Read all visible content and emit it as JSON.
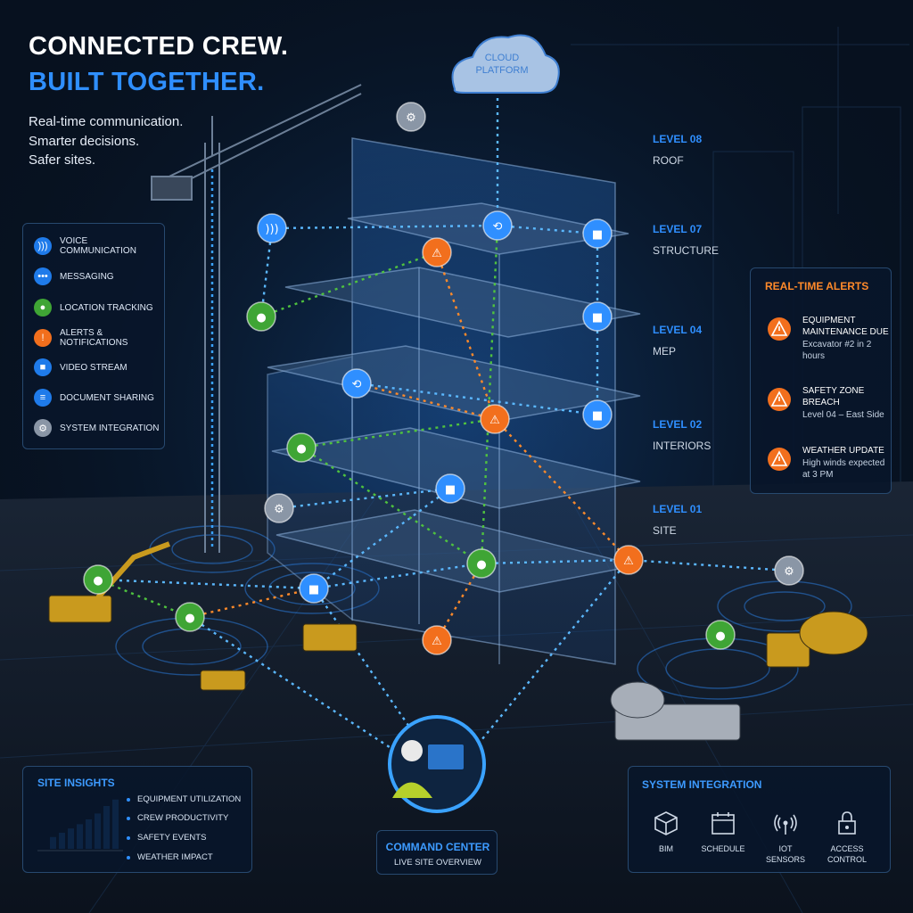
{
  "hero": {
    "line1": "CONNECTED CREW.",
    "line2": "BUILT TOGETHER.",
    "taglines": [
      "Real-time communication.",
      "Smarter decisions.",
      "Safer sites."
    ]
  },
  "cloud": {
    "label": "CLOUD PLATFORM"
  },
  "legend": [
    {
      "label": "Voice Communication",
      "icon": "voice-wave-icon",
      "color": "#1f7bea"
    },
    {
      "label": "Messaging",
      "icon": "message-icon",
      "color": "#1f7bea"
    },
    {
      "label": "Location Tracking",
      "icon": "location-pin-icon",
      "color": "#3fa535"
    },
    {
      "label": "Alerts & Notifications",
      "icon": "warning-icon",
      "color": "#f26f1d"
    },
    {
      "label": "Video Stream",
      "icon": "video-camera-icon",
      "color": "#1f7bea"
    },
    {
      "label": "Document Sharing",
      "icon": "document-icon",
      "color": "#1f7bea"
    },
    {
      "label": "System Integration",
      "icon": "gear-icon",
      "color": "#8a96a6"
    }
  ],
  "levels": [
    {
      "number": "LEVEL 08",
      "name": "ROOF"
    },
    {
      "number": "LEVEL 07",
      "name": "STRUCTURE"
    },
    {
      "number": "LEVEL 04",
      "name": "MEP"
    },
    {
      "number": "LEVEL 02",
      "name": "INTERIORS"
    },
    {
      "number": "LEVEL 01",
      "name": "SITE"
    }
  ],
  "alerts": {
    "title": "REAL-TIME ALERTS",
    "items": [
      {
        "title": "Equipment Maintenance Due",
        "detail": "Excavator #2 in 2 hours"
      },
      {
        "title": "Safety Zone Breach",
        "detail": "Level 04 – East Side"
      },
      {
        "title": "Weather Update",
        "detail": "High winds expected at 3 PM"
      }
    ]
  },
  "insights": {
    "title": "SITE INSIGHTS",
    "items": [
      "Equipment Utilization",
      "Crew Productivity",
      "Safety Events",
      "Weather Impact"
    ],
    "bars": [
      0.22,
      0.3,
      0.38,
      0.46,
      0.55,
      0.66,
      0.8,
      0.92
    ]
  },
  "command": {
    "title": "COMMAND CENTER",
    "subtitle": "LIVE SITE OVERVIEW"
  },
  "integration": {
    "title": "SYSTEM INTEGRATION",
    "items": [
      {
        "label": "BIM",
        "icon": "cube-icon"
      },
      {
        "label": "SCHEDULE",
        "icon": "calendar-icon"
      },
      {
        "label": "IOT SENSORS",
        "icon": "sensor-icon"
      },
      {
        "label": "ACCESS CONTROL",
        "icon": "lock-icon"
      }
    ]
  },
  "colors": {
    "accent": "#2f8fff",
    "alert": "#f26f1d",
    "location": "#3fa535",
    "gear": "#8a96a6"
  }
}
